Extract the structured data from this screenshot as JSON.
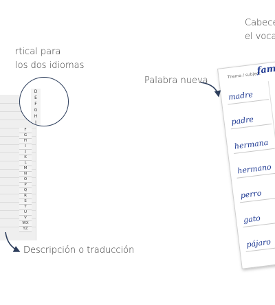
{
  "labels": {
    "vertical_line1": "rtical para",
    "vertical_line2": "los dos idiomas",
    "description": "Descripción o traducción",
    "new_word": "Palabra nueva",
    "header_line1": "Cabece",
    "header_line2": "el vocab"
  },
  "notebook": {
    "zoom_tabs": [
      "D",
      "E",
      "F",
      "G",
      "H",
      "I"
    ],
    "index_tabs": [
      "F",
      "G",
      "H",
      "I",
      "J",
      "K",
      "L",
      "M",
      "N",
      "O",
      "P",
      "Q",
      "R",
      "S",
      "T",
      "U",
      "V",
      "WX",
      "YZ"
    ]
  },
  "sheet": {
    "subject_label": "Thema / subject",
    "subject_value": "famili",
    "words": [
      "madre",
      "padre",
      "hermana",
      "hermano",
      "perro",
      "gato",
      "pájaro"
    ]
  }
}
